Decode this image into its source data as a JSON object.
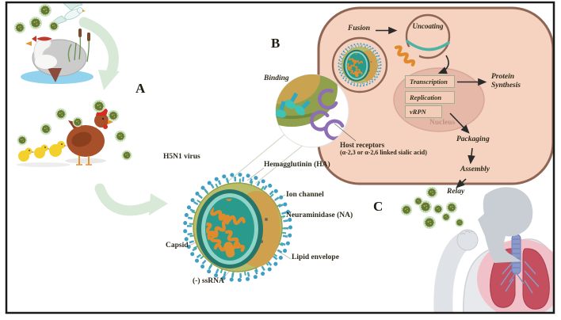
{
  "panels": {
    "a": "A",
    "b": "B",
    "c": "C"
  },
  "virus": {
    "name": "H5N1 virus",
    "labels": {
      "hemagglutinin": "Hemagglutinin (HA)",
      "ion_channel": "Ion channel",
      "neuraminidase": "Neuraminidase (NA)",
      "lipid_envelope": "Lipid envelope",
      "capsid": "Capsid",
      "ssrna": "(-) ssRNA"
    }
  },
  "binding": {
    "label": "Binding",
    "host_receptors_line1": "Host receptors",
    "host_receptors_line2": "(α-2,3 or α-2,6 linked sialic acid)"
  },
  "cell": {
    "fusion": "Fusion",
    "uncoating": "Uncoating",
    "transcription": "Transcription",
    "replication": "Replication",
    "vrpn": "vRPN",
    "nucleus": "Nucleus",
    "protein_synthesis_line1": "Protein",
    "protein_synthesis_line2": "Synthesis",
    "packaging": "Packaging",
    "assembly": "Assembly",
    "relay": "Relay"
  },
  "colors": {
    "cell_fill": "#f6d3c0",
    "cell_border": "#8f6553",
    "nucleus_fill": "#e6b8a7",
    "process_box_border": "#9fae95",
    "virus_envelope_olive": "#b9bd68",
    "virus_envelope_tan": "#cfa14e",
    "capsid_teal": "#2a9a8d",
    "rna_orange": "#e08a2c",
    "spike_blue": "#4aa3c8",
    "spike_teal": "#44b09b",
    "receptor_purple": "#8e6fb5",
    "transmission_arrow_green": "#d8ead7",
    "virus_particle_green": "#63772f",
    "lungs_red": "#c4505f",
    "body_gray": "#e7e9ed"
  }
}
